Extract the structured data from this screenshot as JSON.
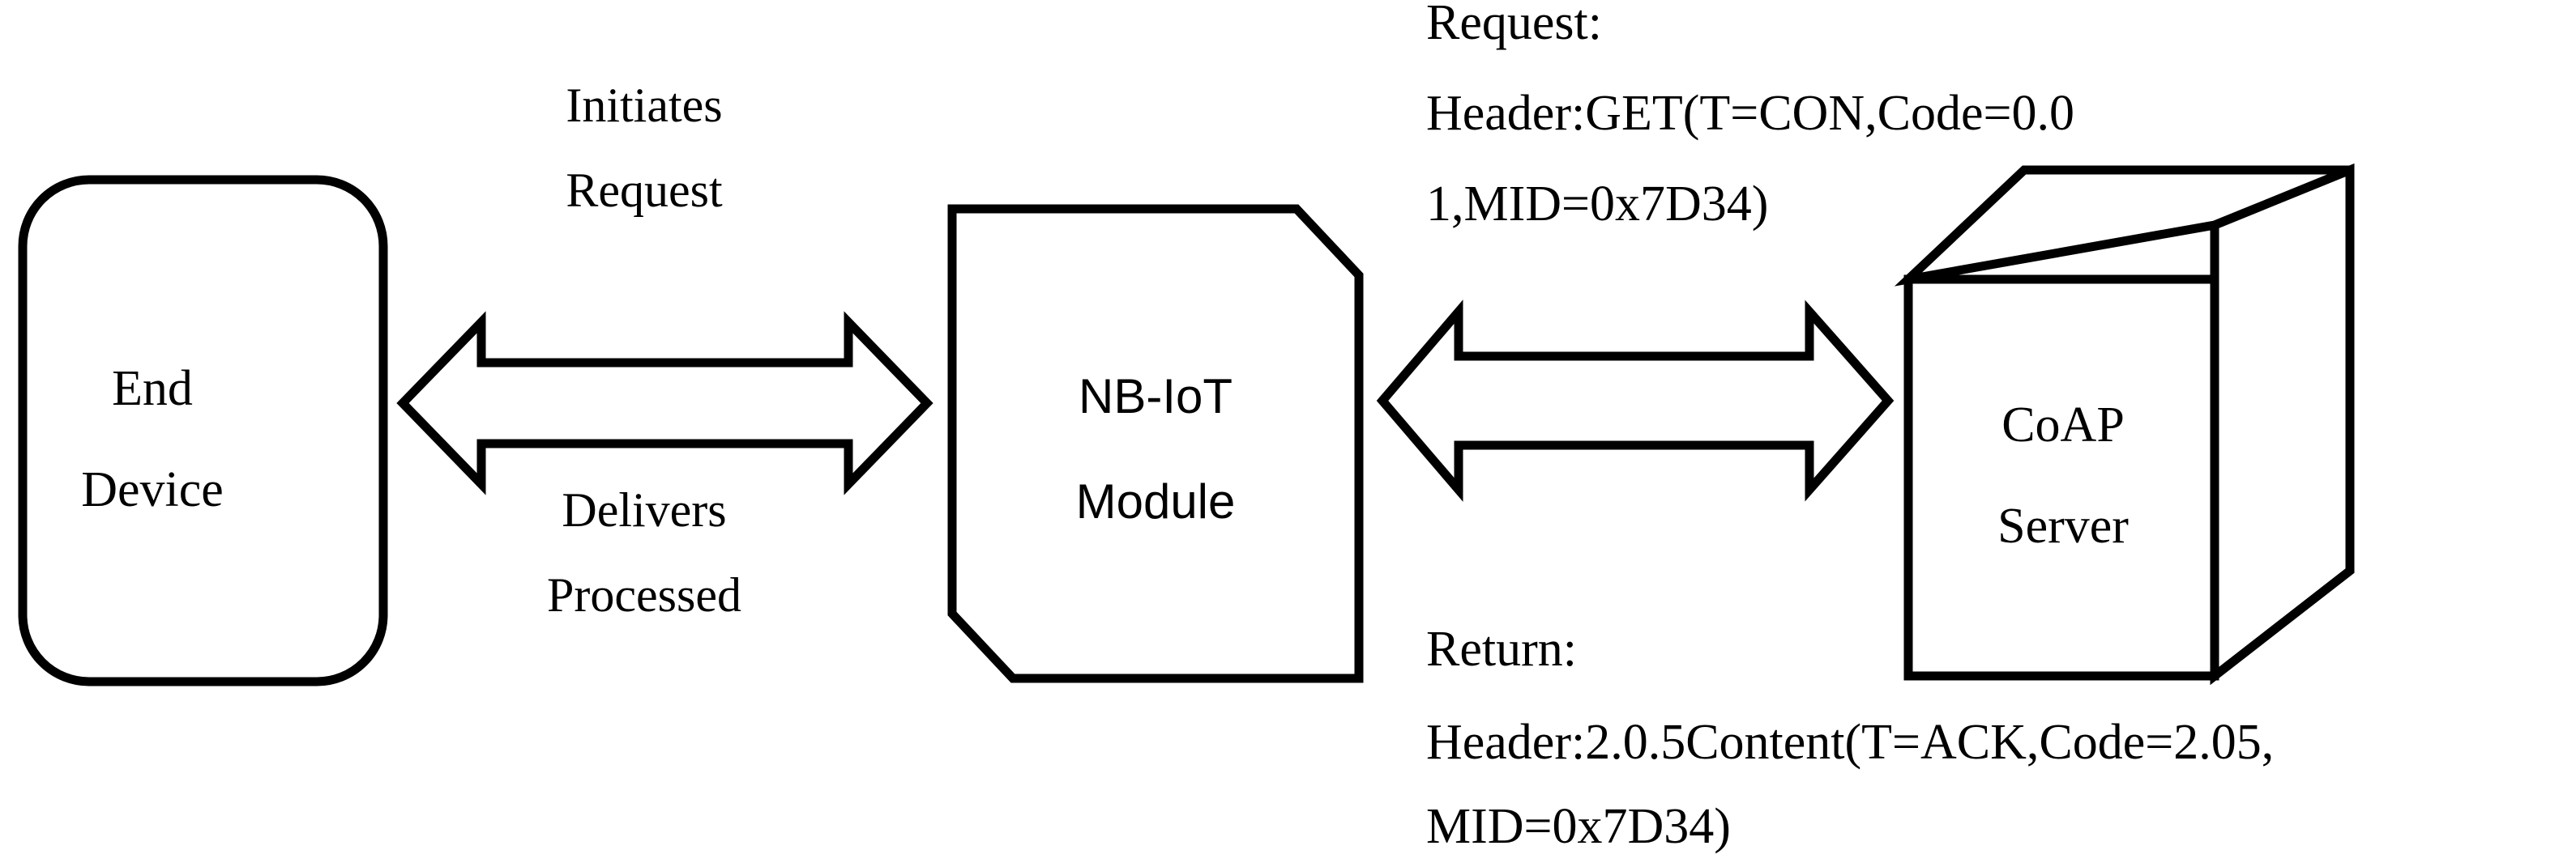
{
  "diagram": {
    "title": "NB-IoT CoAP request and response flow",
    "background_color": "#ffffff",
    "stroke_color": "#000000",
    "nodes": {
      "end_device": {
        "shape": "rounded-rectangle",
        "line1": "End",
        "line2": "Device"
      },
      "nbiot_module": {
        "shape": "clipped-corner-rectangle",
        "line1": "NB-IoT",
        "line2": "Module"
      },
      "coap_server": {
        "shape": "3d-cube",
        "line1": "CoAP",
        "line2": "Server"
      }
    },
    "connectors": {
      "left": {
        "type": "double-headed-arrow",
        "label_above_line1": "Initiates",
        "label_above_line2": "Request",
        "label_below_line1": "Delivers",
        "label_below_line2": "Processed"
      },
      "right": {
        "type": "double-headed-arrow",
        "label_above": "",
        "label_below": ""
      }
    },
    "annotations": {
      "request": {
        "heading": "Request:",
        "lines": [
          "Header:GET(T=CON,Code=0.0",
          "1,MID=0x7D34)"
        ]
      },
      "return": {
        "heading": "Return:",
        "lines": [
          "Header:2.0.5Content(T=ACK,Code=2.05,",
          "MID=0x7D34)"
        ]
      }
    }
  }
}
